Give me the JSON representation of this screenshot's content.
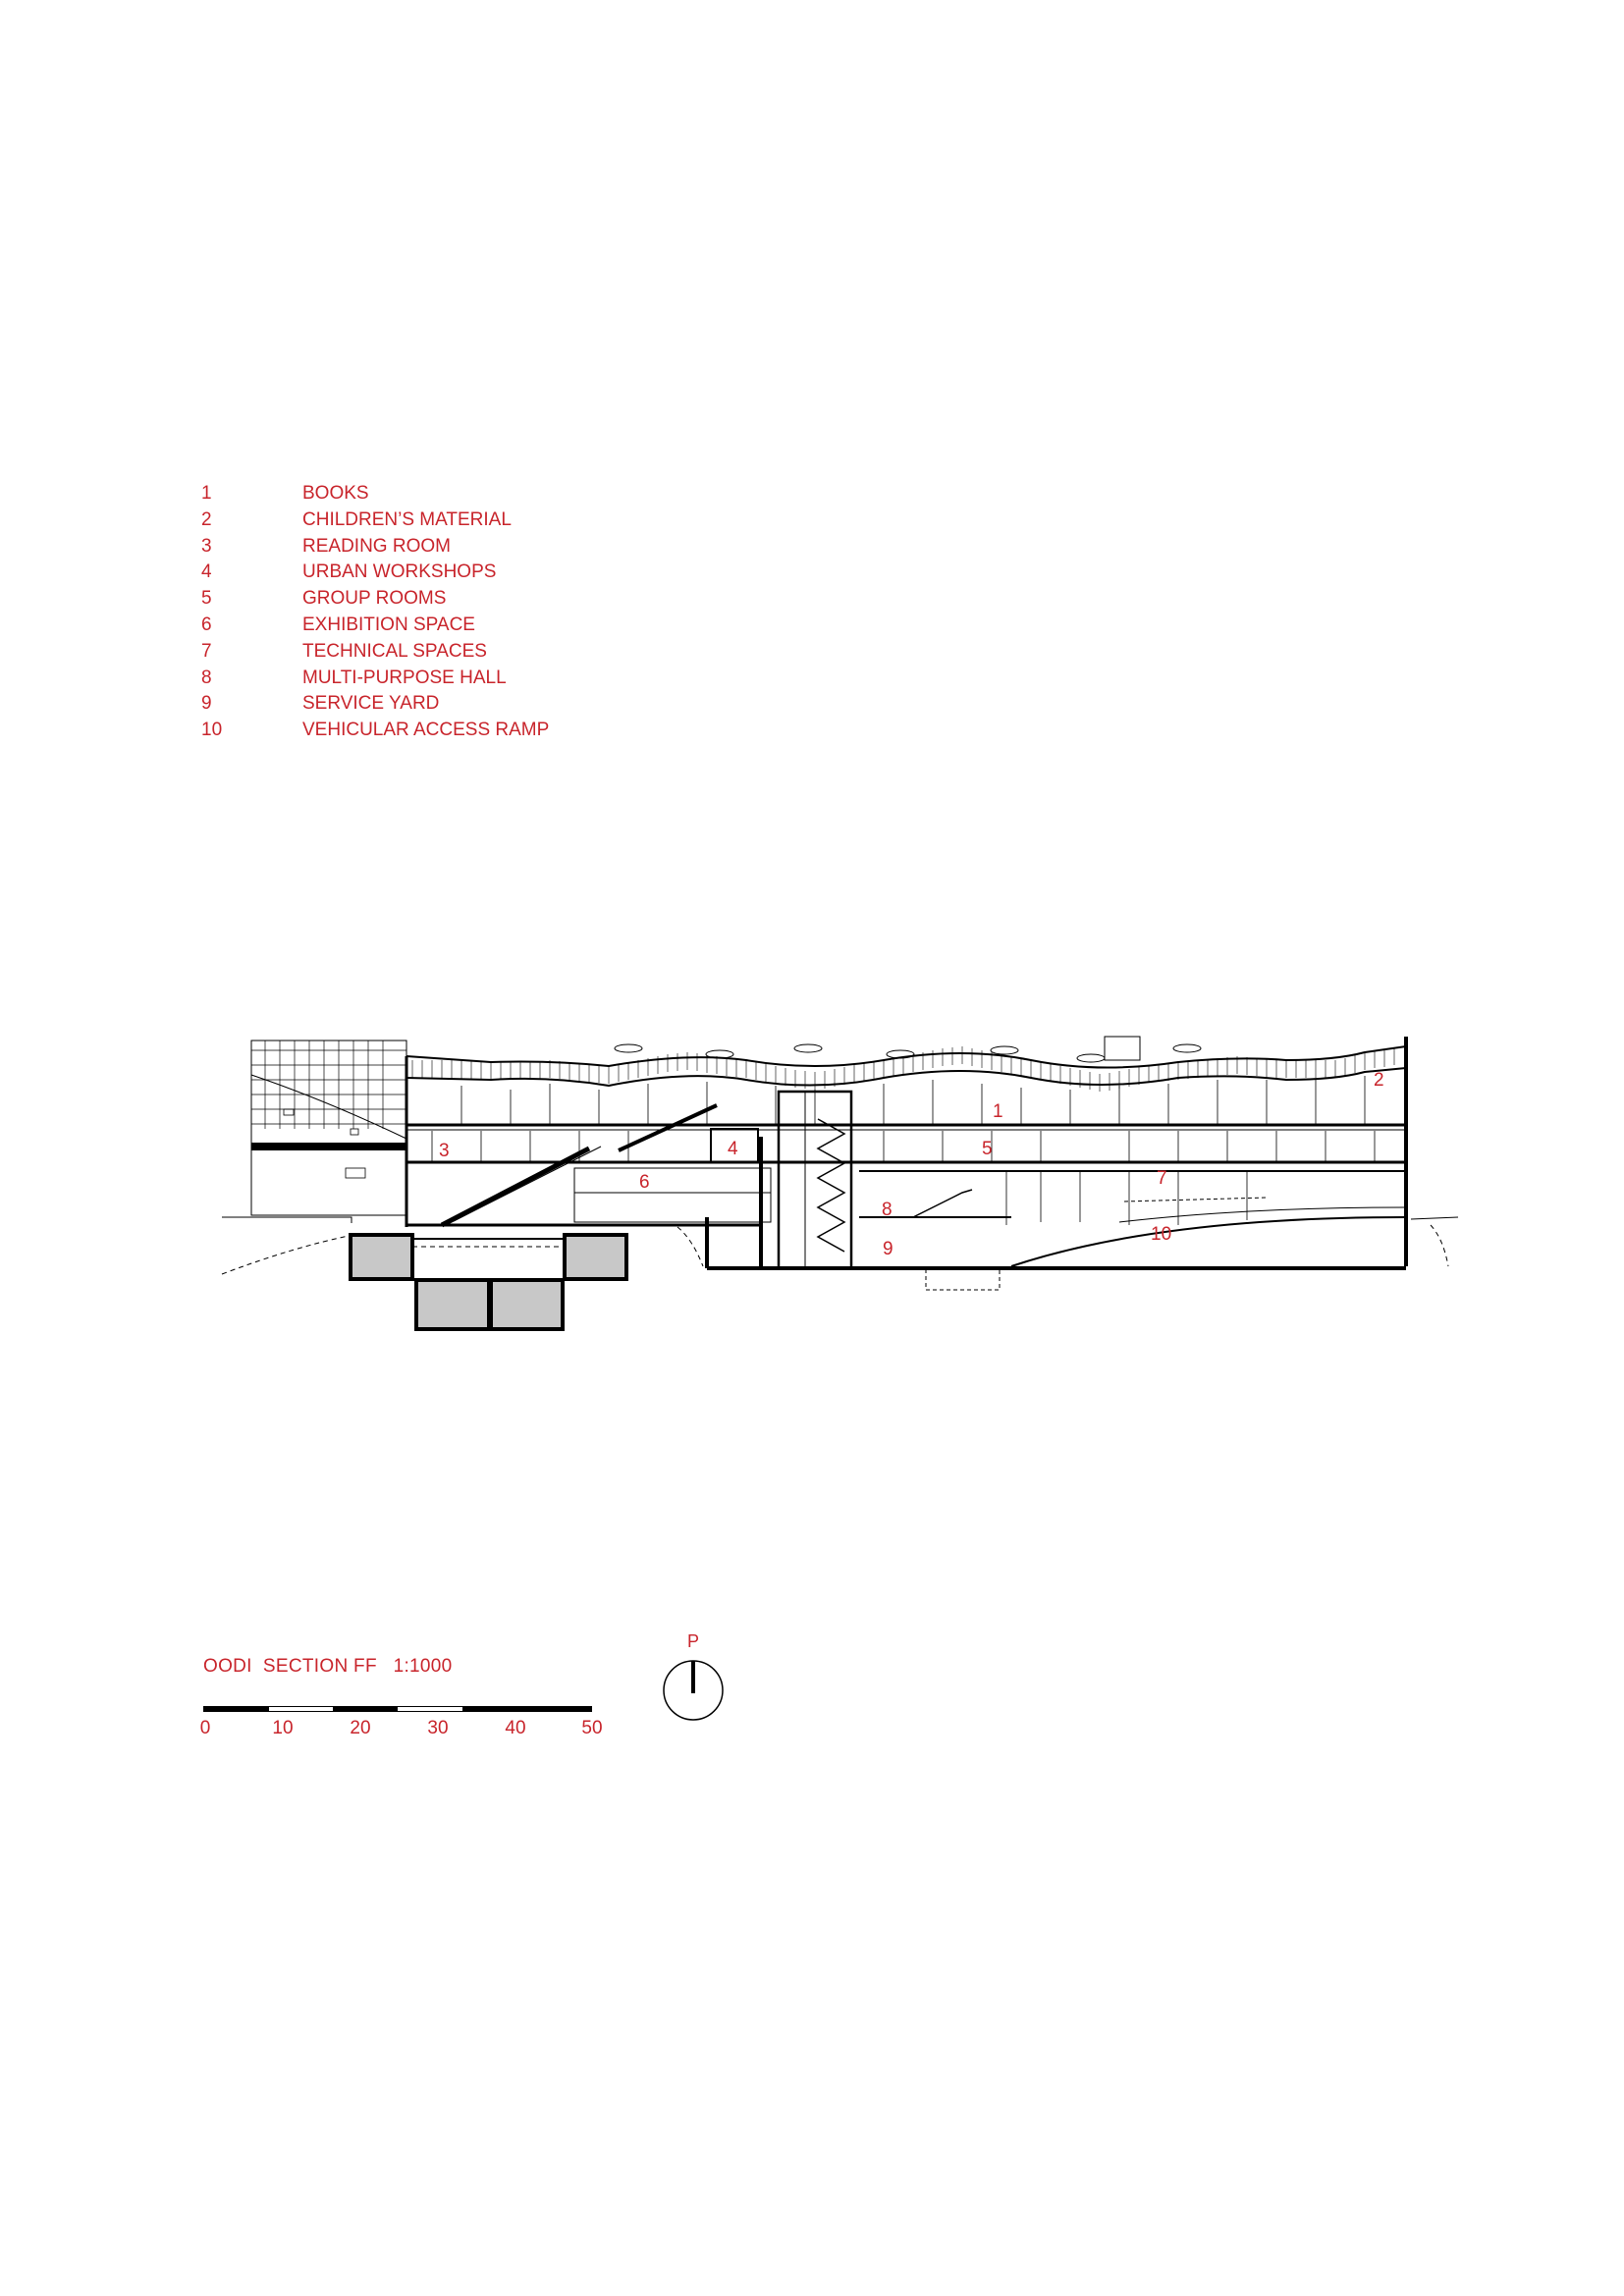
{
  "legend": [
    {
      "num": "1",
      "label": "BOOKS"
    },
    {
      "num": "2",
      "label": "CHILDREN’S MATERIAL"
    },
    {
      "num": "3",
      "label": "READING ROOM"
    },
    {
      "num": "4",
      "label": "URBAN WORKSHOPS"
    },
    {
      "num": "5",
      "label": "GROUP ROOMS"
    },
    {
      "num": "6",
      "label": "EXHIBITION SPACE"
    },
    {
      "num": "7",
      "label": "TECHNICAL SPACES"
    },
    {
      "num": "8",
      "label": "MULTI-PURPOSE HALL"
    },
    {
      "num": "9",
      "label": "SERVICE YARD"
    },
    {
      "num": "10",
      "label": "VEHICULAR ACCESS RAMP"
    }
  ],
  "section_labels": [
    "1",
    "2",
    "3",
    "4",
    "5",
    "6",
    "7",
    "8",
    "9",
    "10"
  ],
  "title": "OODI  SECTION FF   1:1000",
  "scale": {
    "ticks": [
      "0",
      "10",
      "20",
      "30",
      "40",
      "50"
    ]
  },
  "north": {
    "letter": "P"
  },
  "colors": {
    "accent": "#c8242b",
    "ink": "#000000",
    "fill": "#c8c8c8"
  }
}
